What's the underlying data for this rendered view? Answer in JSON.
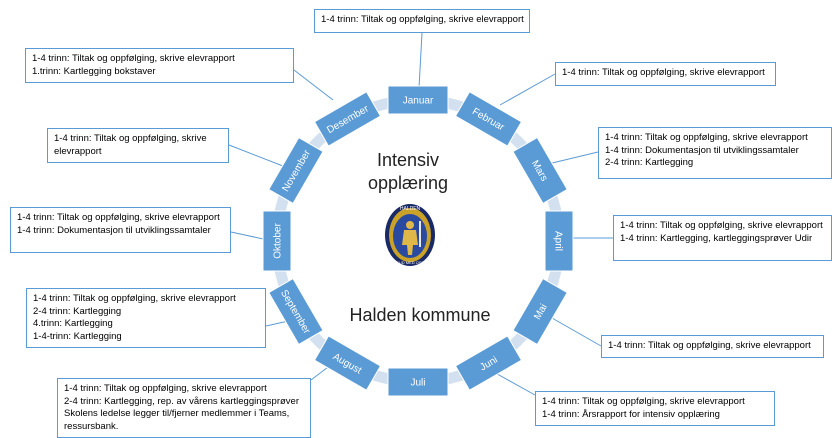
{
  "center": {
    "title_line1": "Intensiv",
    "title_line2": "opplæring",
    "municipality": "Halden kommune",
    "crest_text_top": "HALDEN",
    "crest_text_bottom": "GUD MED OSS"
  },
  "colors": {
    "ring": "#d3e0f0",
    "month_box": "#5b9bd5",
    "month_text": "#ffffff",
    "note_border": "#5b9bd5",
    "shield_blue": "#2a4aa0",
    "shield_gold": "#c9a227"
  },
  "months": [
    {
      "label": "Januar"
    },
    {
      "label": "Februar"
    },
    {
      "label": "Mars"
    },
    {
      "label": "April"
    },
    {
      "label": "Mai"
    },
    {
      "label": "Juni"
    },
    {
      "label": "Juli"
    },
    {
      "label": "August"
    },
    {
      "label": "September"
    },
    {
      "label": "Oktober"
    },
    {
      "label": "November"
    },
    {
      "label": "Desember"
    }
  ],
  "notes": [
    {
      "month": "Januar",
      "lines": [
        "1-4 trinn: Tiltak og oppfølging, skrive elevrapport"
      ]
    },
    {
      "month": "Februar",
      "lines": [
        "1-4 trinn: Tiltak og oppfølging, skrive elevrapport"
      ]
    },
    {
      "month": "Mars",
      "lines": [
        "1-4 trinn: Tiltak og oppfølging, skrive elevrapport",
        "1-4 trinn: Dokumentasjon til utviklingssamtaler",
        "2-4 trinn: Kartlegging"
      ]
    },
    {
      "month": "April",
      "lines": [
        "1-4 trinn: Tiltak og oppfølging, skrive elevrapport",
        "1-4 trinn: Kartlegging, kartleggingsprøver Udir"
      ]
    },
    {
      "month": "Mai",
      "lines": [
        "1-4 trinn: Tiltak og oppfølging, skrive elevrapport"
      ]
    },
    {
      "month": "Juni",
      "lines": [
        "1-4 trinn: Tiltak og oppfølging, skrive elevrapport",
        "1-4 trinn:  Årsrapport for intensiv opplæring"
      ]
    },
    {
      "month": "August",
      "lines": [
        "1-4 trinn: Tiltak og oppfølging, skrive elevrapport",
        "2-4 trinn: Kartlegging, rep. av vårens kartleggingsprøver",
        "Skolens ledelse legger til/fjerner medlemmer i Teams,",
        "ressursbank."
      ]
    },
    {
      "month": "September",
      "lines": [
        "1-4 trinn: Tiltak og oppfølging, skrive elevrapport",
        "2-4 trinn: Kartlegging",
        "4.trinn: Kartlegging",
        "1-4-trinn: Kartlegging"
      ]
    },
    {
      "month": "Oktober",
      "lines": [
        "1-4 trinn: Tiltak og oppfølging, skrive elevrapport",
        "1-4 trinn: Dokumentasjon til utviklingssamtaler"
      ]
    },
    {
      "month": "November",
      "lines": [
        "1-4 trinn: Tiltak og oppfølging, skrive elevrapport"
      ]
    },
    {
      "month": "Desember",
      "lines": [
        "1-4 trinn: Tiltak og oppfølging, skrive elevrapport",
        "1.trinn: Kartlegging bokstaver"
      ]
    }
  ]
}
